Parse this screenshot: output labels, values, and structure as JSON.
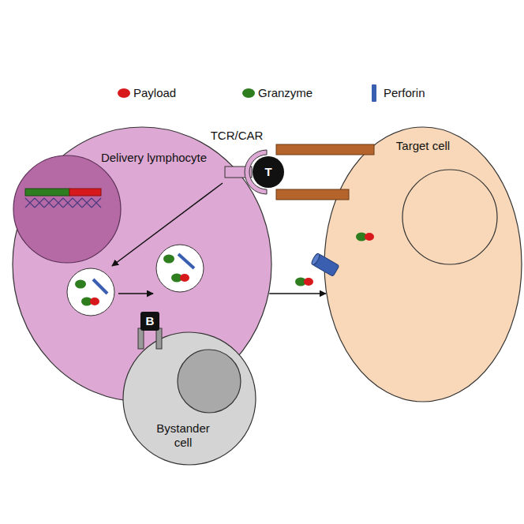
{
  "diagram": {
    "nodes": [
      {
        "text": [
          "Delivery lymphocyte"
        ]
      },
      {
        "text": [
          "Target cell"
        ]
      },
      {
        "text": [
          "Bystander cell"
        ]
      }
    ],
    "edges": [
      {
        "from": 0,
        "to": 1,
        "arrow": "to"
      }
    ],
    "labels": [
      "TCR/CAR",
      "T",
      "B"
    ],
    "legend": [
      {
        "text": "Payload",
        "color": "#d7191c"
      },
      {
        "text": "Granzyme",
        "color": "#2e7d1f"
      },
      {
        "text": "Perforin",
        "color": "#3a5fb0"
      }
    ]
  }
}
